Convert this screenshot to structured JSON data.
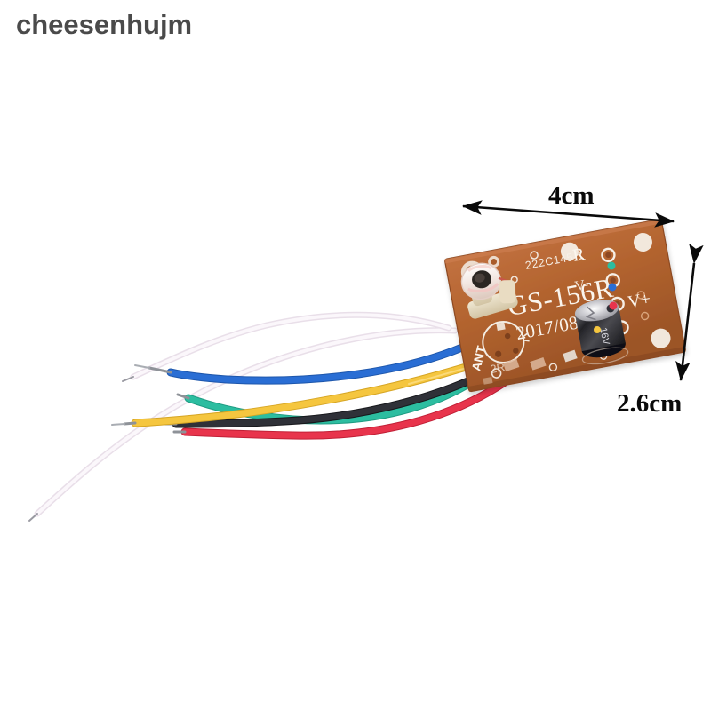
{
  "watermark": {
    "text": "cheesenhujm"
  },
  "scene": {
    "background_color": "#ffffff",
    "subject": "rc-receiver-pcb-with-wires"
  },
  "dimensions": {
    "width_label": "4cm",
    "height_label": "2.6cm"
  },
  "pcb": {
    "board_color": "#b3642f",
    "board_color_dark": "#9a5228",
    "board_color_light": "#c4norm",
    "silkscreen_color": "#f3ece4",
    "texts": {
      "part_code": "222C145-1",
      "model": "GS-156R",
      "date": "2017/08",
      "antenna_label": "ANT",
      "terminal_r": "R",
      "terminal_v": "V+",
      "terminal_minus": "V-"
    },
    "components": {
      "inductor": "white-coil-inductor",
      "capacitor": "electrolytic-capacitor",
      "trimmer": "tuning-coil-pad"
    }
  },
  "wires": [
    {
      "name": "antenna-wire",
      "color": "#f4eef4"
    },
    {
      "name": "blue-wire",
      "color": "#2a6ed4"
    },
    {
      "name": "green-wire",
      "color": "#2cbda0"
    },
    {
      "name": "yellow-wire",
      "color": "#f5c63f"
    },
    {
      "name": "black-wire",
      "color": "#2f3138"
    },
    {
      "name": "red-wire",
      "color": "#e8344c"
    }
  ]
}
